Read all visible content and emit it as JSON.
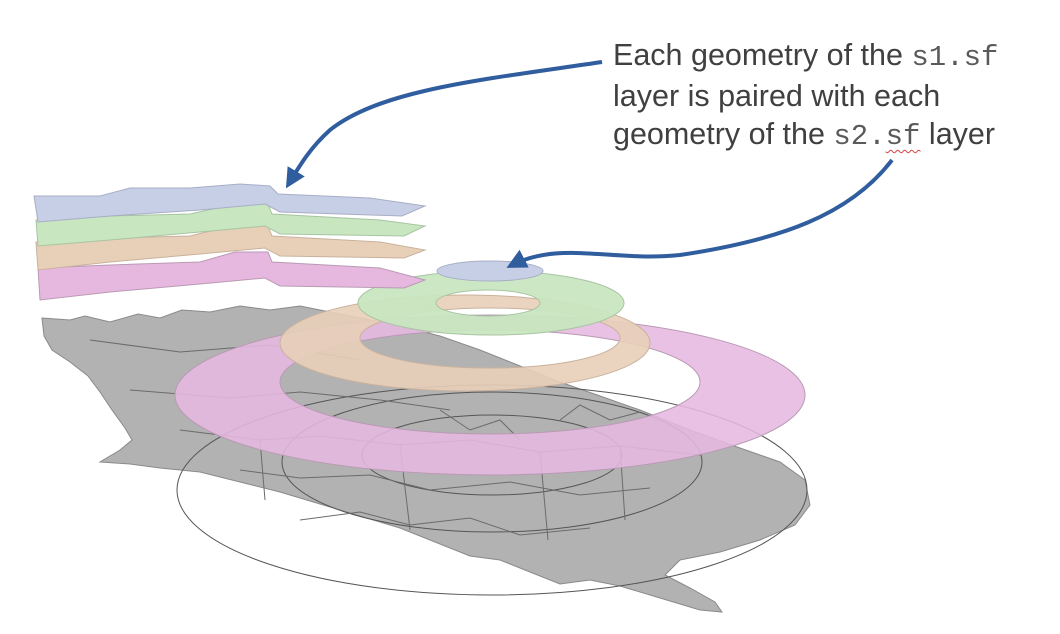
{
  "annotation": {
    "line1_prefix": "Each geometry of the ",
    "line1_code": "s1.sf",
    "line2": "layer is paired with each",
    "line3_prefix": "geometry of the ",
    "line3_code_a": "s2.",
    "line3_code_b": "sf",
    "line3_suffix": " layer"
  },
  "colors": {
    "layer_blue": "#c7cfe6",
    "layer_green": "#c8e6c0",
    "layer_peach": "#e8cfb8",
    "layer_pink": "#e6b8e0",
    "basemap": "#b2b2b2",
    "basemap_lines": "#666666",
    "arrow": "#2f5d9e",
    "text": "#404040"
  }
}
